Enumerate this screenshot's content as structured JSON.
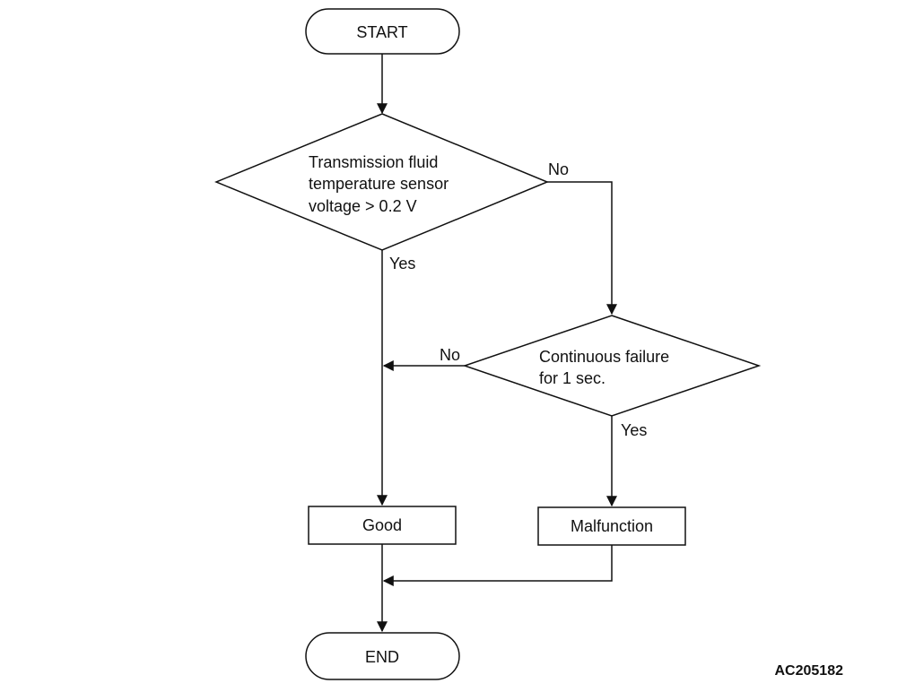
{
  "nodes": {
    "start": "START",
    "decision_voltage": [
      "Transmission fluid",
      "temperature sensor",
      "voltage > 0.2 V"
    ],
    "decision_failure": [
      "Continuous failure",
      "for 1 sec."
    ],
    "good": "Good",
    "malfunction": "Malfunction",
    "end": "END"
  },
  "edges": {
    "voltage_no": "No",
    "voltage_yes": "Yes",
    "failure_no": "No",
    "failure_yes": "Yes"
  },
  "figure_id": "AC205182",
  "colors": {
    "stroke": "#111111",
    "background": "#ffffff"
  }
}
